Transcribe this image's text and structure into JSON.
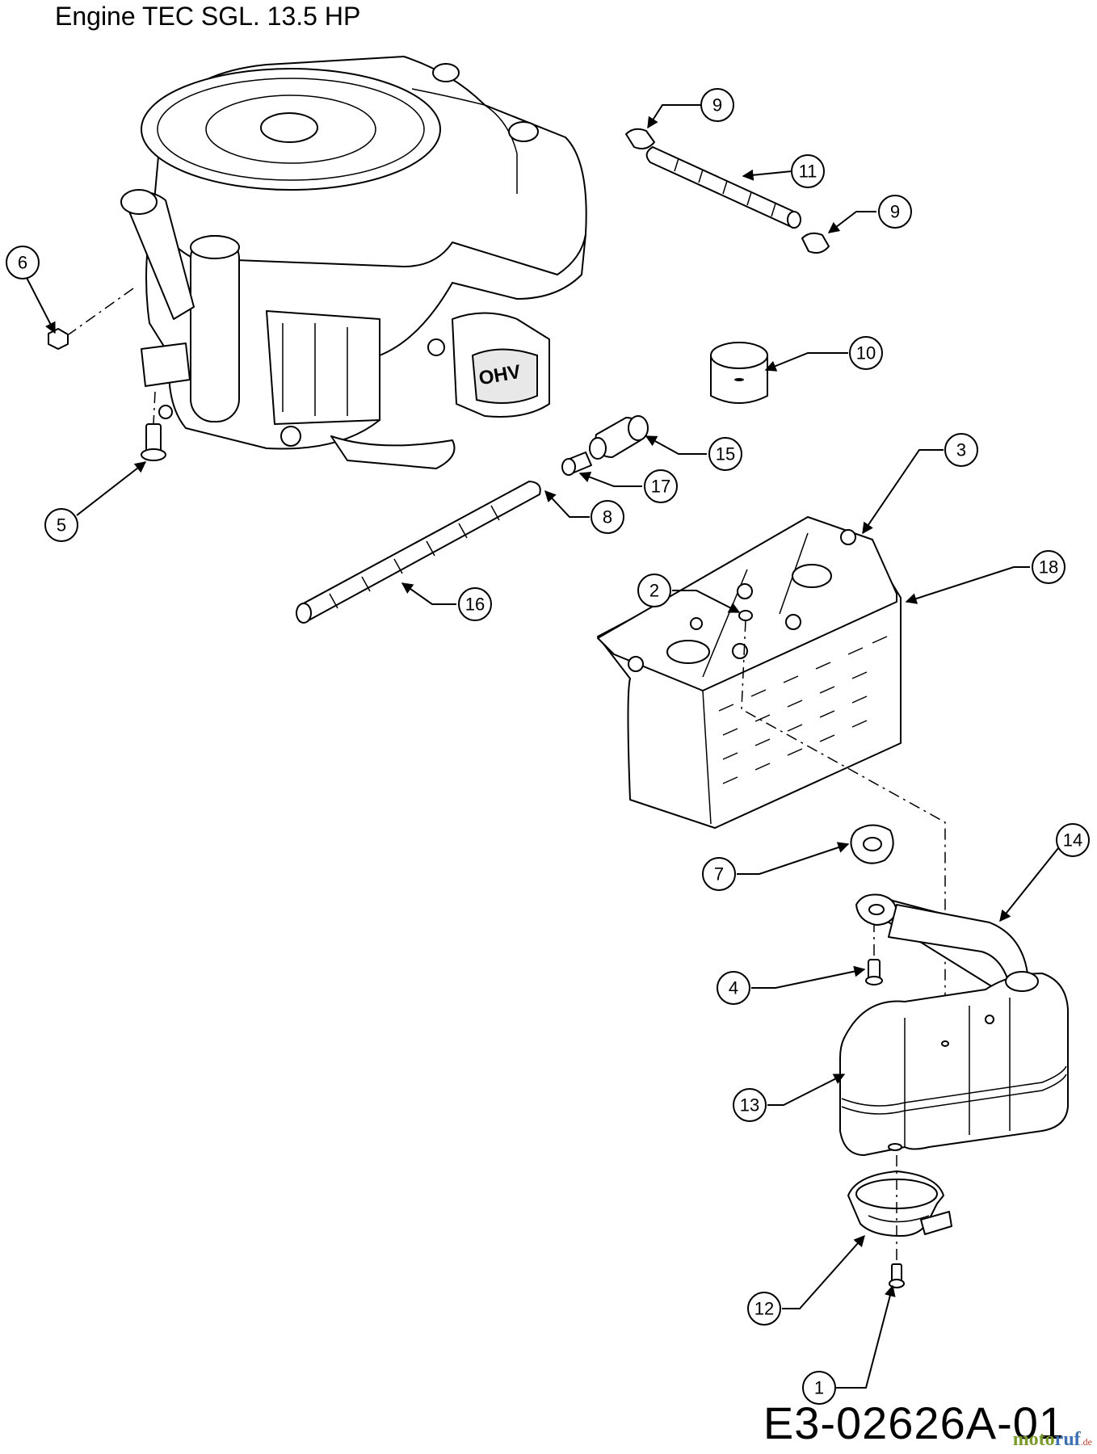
{
  "title": "Engine TEC SGL. 13.5 HP",
  "drawing_code": "E3-02626A-01",
  "watermark": {
    "part1": "moto",
    "part2": "ruf",
    "part3": ".de"
  },
  "callouts": [
    {
      "id": "6",
      "label": "6"
    },
    {
      "id": "5",
      "label": "5"
    },
    {
      "id": "9a",
      "label": "9"
    },
    {
      "id": "11",
      "label": "11"
    },
    {
      "id": "9b",
      "label": "9"
    },
    {
      "id": "10",
      "label": "10"
    },
    {
      "id": "15",
      "label": "15"
    },
    {
      "id": "17",
      "label": "17"
    },
    {
      "id": "8",
      "label": "8"
    },
    {
      "id": "16",
      "label": "16"
    },
    {
      "id": "3",
      "label": "3"
    },
    {
      "id": "18",
      "label": "18"
    },
    {
      "id": "2",
      "label": "2"
    },
    {
      "id": "14",
      "label": "14"
    },
    {
      "id": "7",
      "label": "7"
    },
    {
      "id": "4",
      "label": "4"
    },
    {
      "id": "13",
      "label": "13"
    },
    {
      "id": "12",
      "label": "12"
    },
    {
      "id": "1",
      "label": "1"
    }
  ],
  "engine_badge": "OHV"
}
